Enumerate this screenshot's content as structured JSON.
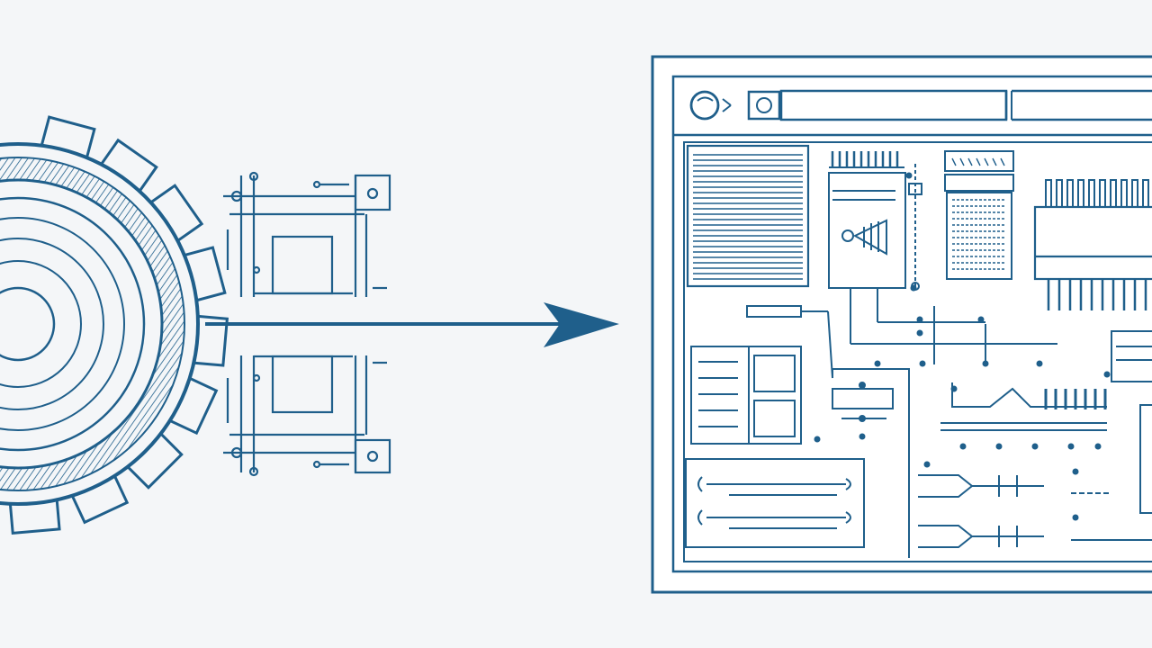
{
  "colors": {
    "ink": "#1f5f8b",
    "ink_light": "#5b8fb5",
    "background": "#f4f6f8",
    "window_fill": "#ffffff"
  },
  "icons": {
    "gear": "gear-icon",
    "arrow": "arrow-right-icon",
    "browser_icon": "globe-icon",
    "address_icon": "search-box-icon"
  },
  "diagram": {
    "source": "mechanical-gear",
    "target": "software-interface-window",
    "flow": "left-to-right"
  }
}
